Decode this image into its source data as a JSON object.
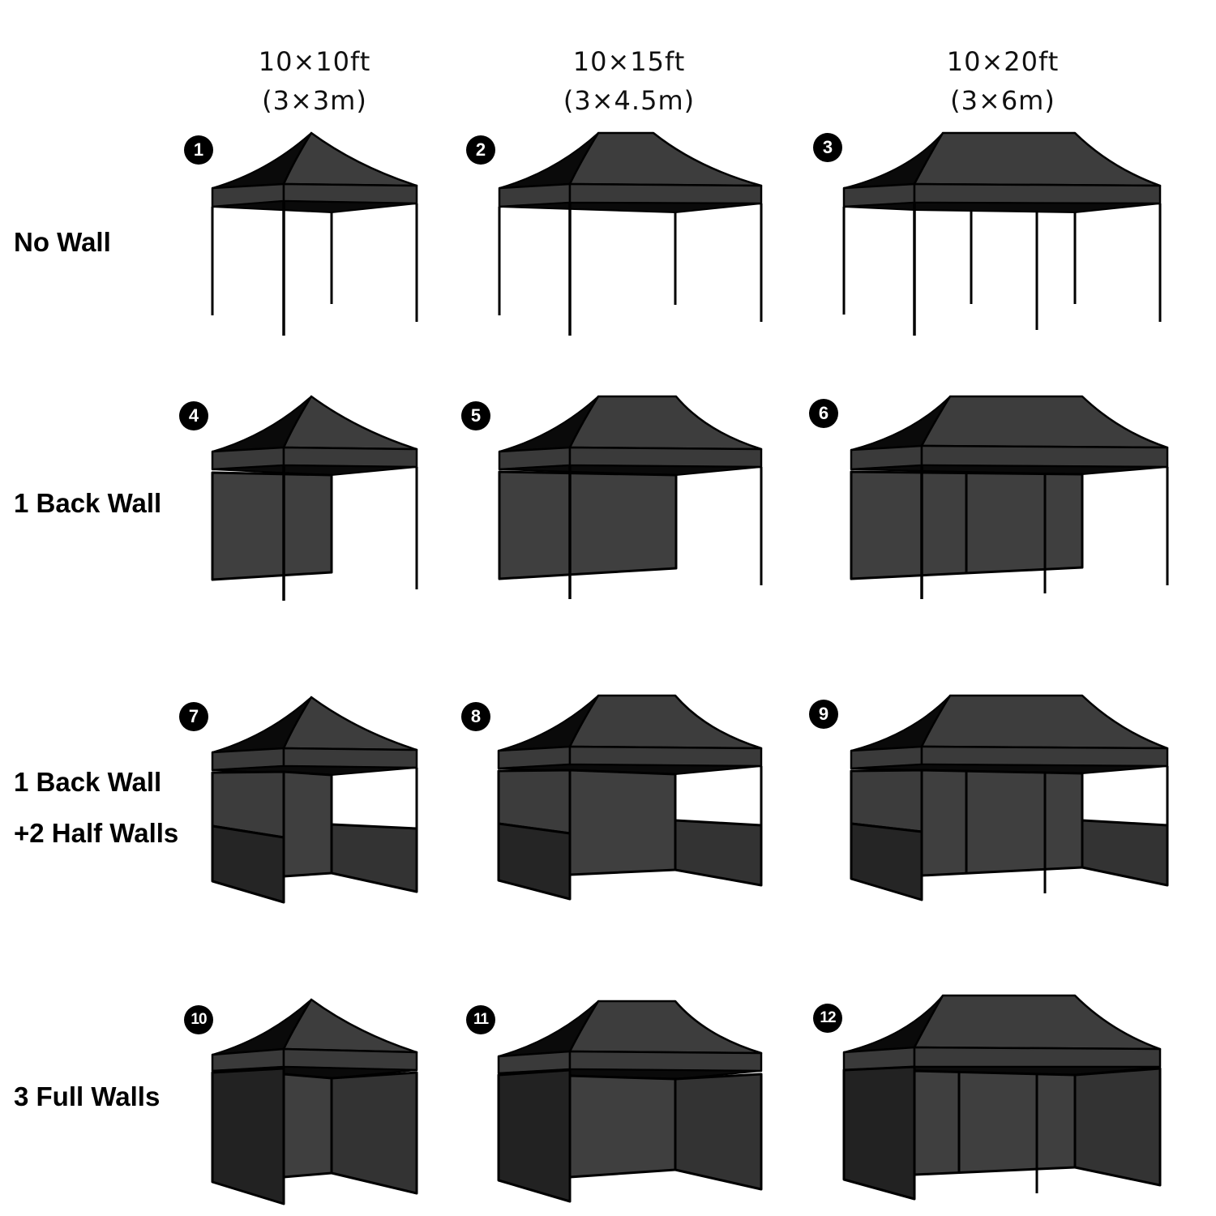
{
  "columns": [
    {
      "size_ft": "10×10ft",
      "size_m": "(3×3m)"
    },
    {
      "size_ft": "10×15ft",
      "size_m": "(3×4.5m)"
    },
    {
      "size_ft": "10×20ft",
      "size_m": "(3×6m)"
    }
  ],
  "rows": [
    {
      "label": "No Wall"
    },
    {
      "label": "1 Back Wall"
    },
    {
      "label_line1": "1 Back Wall",
      "label_line2": "+2 Half Walls"
    },
    {
      "label": "3 Full Walls"
    }
  ],
  "badges": [
    "1",
    "2",
    "3",
    "4",
    "5",
    "6",
    "7",
    "8",
    "9",
    "10",
    "11",
    "12"
  ],
  "colors": {
    "canopy": "#3d3d3d",
    "canopy_dark": "#0a0a0a",
    "wall": "#3f3f3f",
    "wall_dark": "#252525",
    "frame": "#000000",
    "background": "#ffffff"
  }
}
